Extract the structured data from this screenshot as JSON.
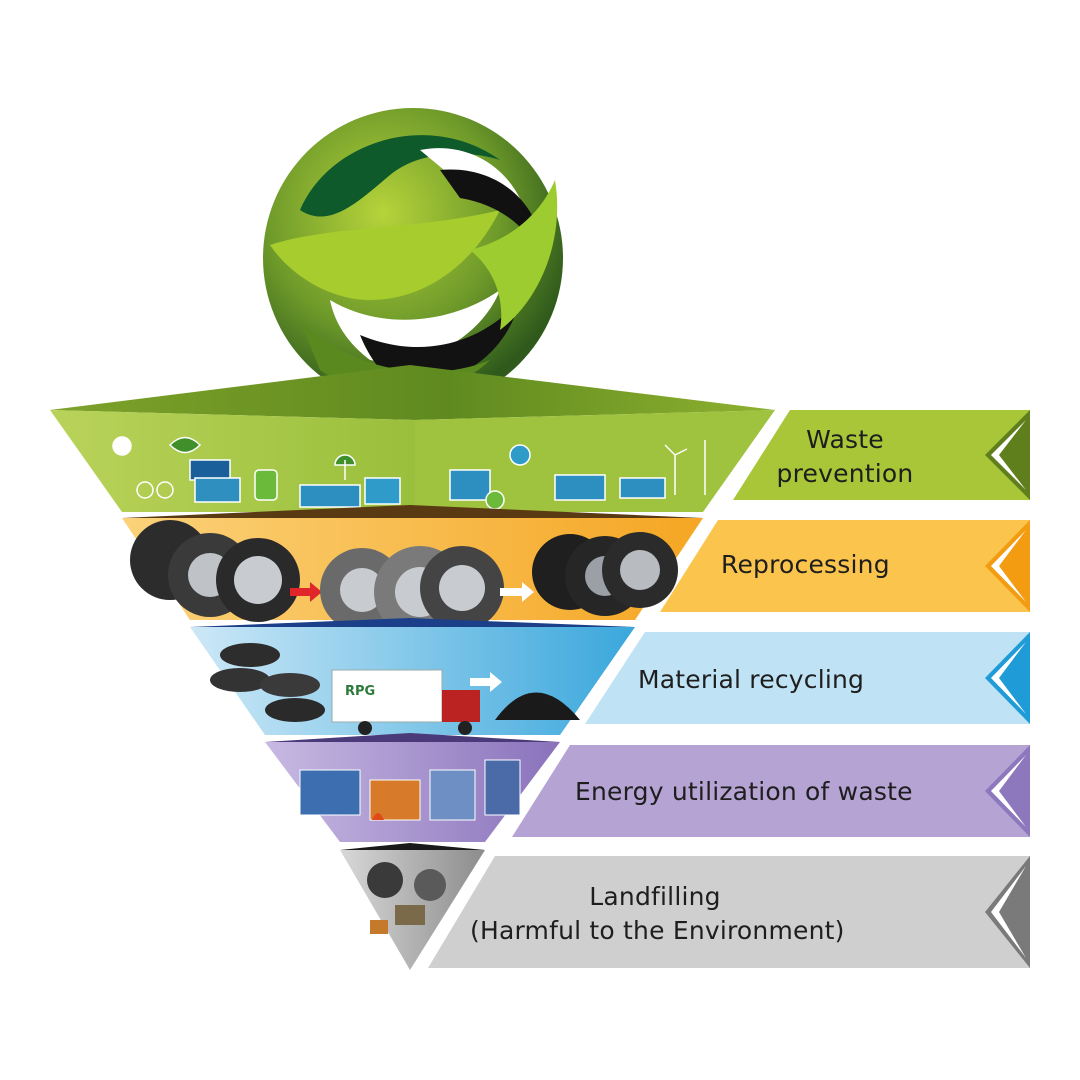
{
  "colors": {
    "prevention": "#a8c637",
    "prevention_dark": "#5f7e1c",
    "reprocessing": "#fbc54d",
    "reprocessing_dark": "#f39c12",
    "recycling": "#bfe2f4",
    "recycling_dark": "#1f9cd8",
    "energy": "#b5a3d4",
    "energy_dark": "#8d77bd",
    "landfill": "#cfcfcf",
    "landfill_dark": "#7a7a7a"
  },
  "tiers": [
    {
      "id": "prevention",
      "label_lines": [
        "Waste",
        "prevention"
      ]
    },
    {
      "id": "reprocessing",
      "label_lines": [
        "Reprocessing"
      ]
    },
    {
      "id": "recycling",
      "label_lines": [
        "Material recycling"
      ]
    },
    {
      "id": "energy",
      "label_lines": [
        "Energy utilization of waste"
      ]
    },
    {
      "id": "landfill",
      "label_lines": [
        "Landfilling",
        "(Harmful to the Environment)"
      ]
    }
  ],
  "icons": {
    "logo": "recycling-swirl-globe-logo",
    "truck_logo_text": "RPG"
  }
}
